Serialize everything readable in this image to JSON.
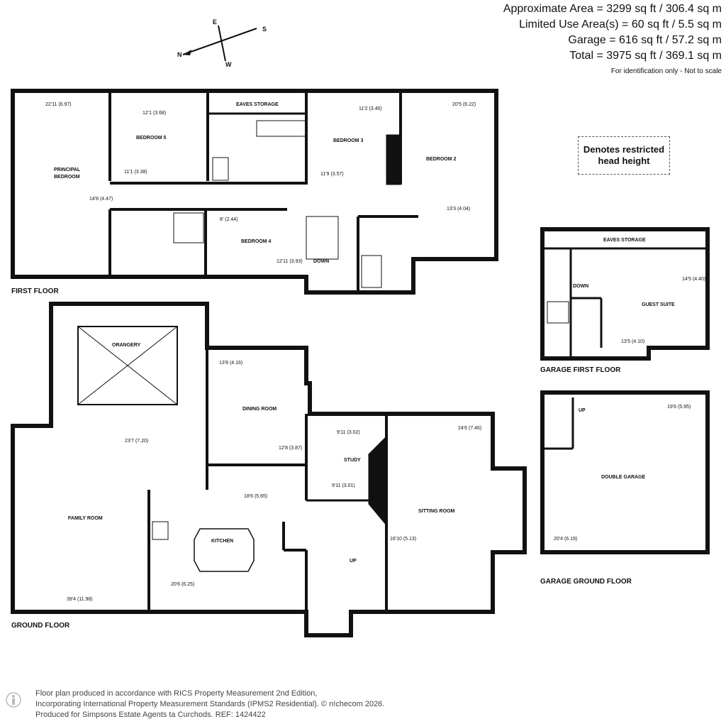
{
  "areas": {
    "approx": "Approximate Area = 3299 sq ft / 306.4 sq m",
    "limited": "Limited Use Area(s) = 60 sq ft / 5.5 sq m",
    "garage": "Garage = 616 sq ft / 57.2 sq m",
    "total": "Total = 3975 sq ft / 369.1 sq m",
    "note": "For identification only - Not to scale"
  },
  "legend": {
    "line1": "Denotes restricted",
    "line2": "head height"
  },
  "compass": {
    "n": "N",
    "e": "E",
    "s": "S",
    "w": "W"
  },
  "floors": {
    "first": "FIRST FLOOR",
    "ground": "GROUND FLOOR",
    "garage_first": "GARAGE FIRST FLOOR",
    "garage_ground": "GARAGE GROUND FLOOR"
  },
  "rooms": {
    "principal_1": "PRINCIPAL",
    "principal_2": "BEDROOM",
    "bedroom5": "BEDROOM 5",
    "eaves1": "EAVES STORAGE",
    "bedroom3": "BEDROOM 3",
    "bedroom2": "BEDROOM 2",
    "bedroom4": "BEDROOM 4",
    "down1": "DOWN",
    "eaves2": "EAVES STORAGE",
    "down2": "DOWN",
    "guest": "GUEST SUITE",
    "orangery": "ORANGERY",
    "dining": "DINING ROOM",
    "study": "STUDY",
    "family": "FAMILY ROOM",
    "kitchen": "KITCHEN",
    "sitting": "SITTING ROOM",
    "up1": "UP",
    "up2": "UP",
    "garage": "DOUBLE GARAGE"
  },
  "dims": {
    "principal_h": "22'11 (6.97)",
    "principal_w": "14'8 (4.47)",
    "bed5_w": "12'1 (3.68)",
    "bed5_h": "11'1 (3.38)",
    "bed3_w": "11'2 (3.40)",
    "bed3_h": "11'9 (3.57)",
    "bed2_w": "20'5 (6.22)",
    "bed2_h": "13'3 (4.04)",
    "bed4_h": "8' (2.44)",
    "bed4_w": "12'11 (3.93)",
    "guest_w": "14'5 (4.40)",
    "guest_h": "13'5 (4.10)",
    "dining_h": "13'8 (4.16)",
    "dining_w": "12'8 (3.87)",
    "orangery_w": "23'7 (7.20)",
    "study_w": "9'11 (3.02)",
    "study_h": "9'11 (3.01)",
    "sitting_h": "24'6 (7.46)",
    "sitting_w": "16'10 (5.13)",
    "kitchen_h": "18'6 (5.65)",
    "kitchen_w": "20'6 (6.25)",
    "family_h": "39'4 (11.98)",
    "garage_h": "19'6 (5.95)",
    "garage_w": "20'4 (6.19)"
  },
  "footer": {
    "line1": "Floor plan produced in accordance with RICS Property Measurement 2nd Edition,",
    "line2": "Incorporating International Property Measurement Standards (IPMS2 Residential).  © n!checom 2026.",
    "line3": "Produced for Simpsons Estate Agents ta Curchods.   REF:  1424422"
  }
}
